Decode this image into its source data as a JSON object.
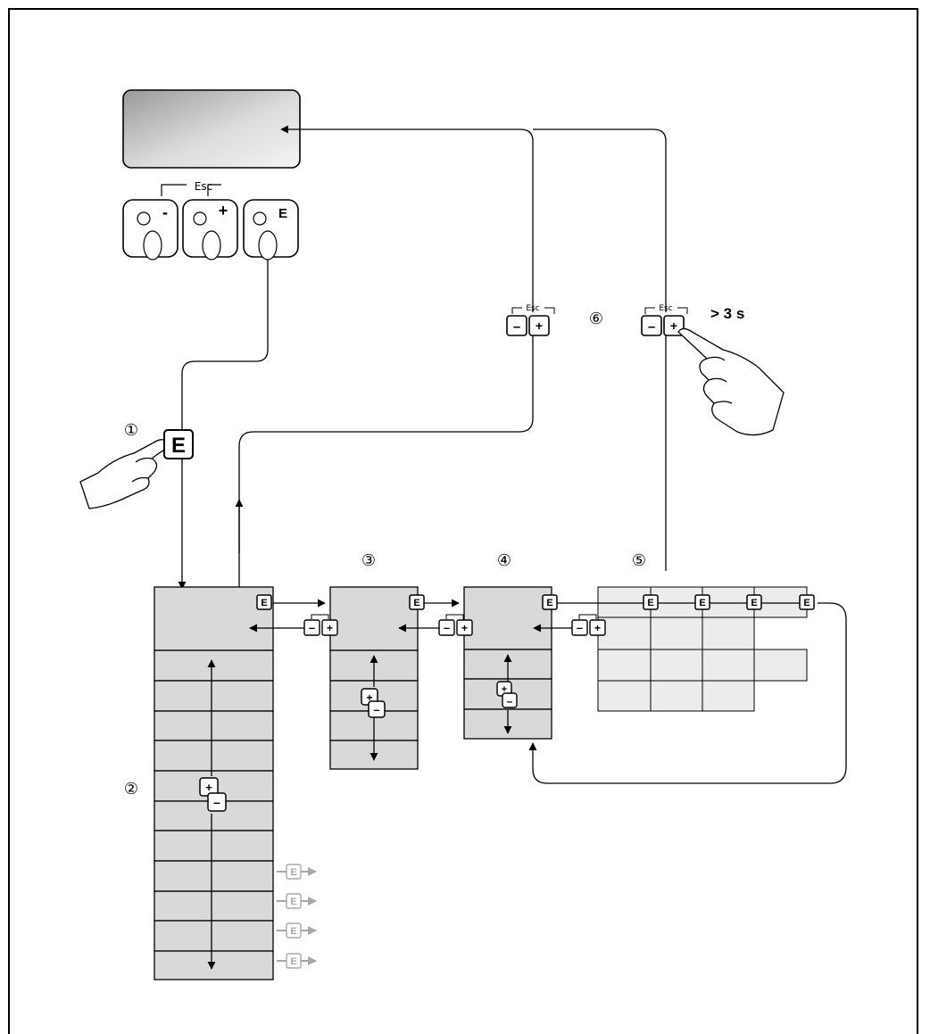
{
  "keypad": {
    "esc_label": "Esc",
    "minus_symbol": "-",
    "plus_symbol": "+",
    "enter_symbol": "E"
  },
  "small_keys": {
    "esc_label": "Esc",
    "minus_symbol": "–",
    "plus_symbol": "+",
    "enter_symbol": "E"
  },
  "hold_time_label": "> 3 s",
  "step_markers": {
    "m1": "①",
    "m2": "②",
    "m3": "③",
    "m4": "④",
    "m5": "⑤",
    "m6": "⑥"
  },
  "colors": {
    "cell_fill": "#d9d9d9",
    "grid_fill": "#ececec",
    "faded": "#a8a8a8",
    "line": "#000000"
  }
}
